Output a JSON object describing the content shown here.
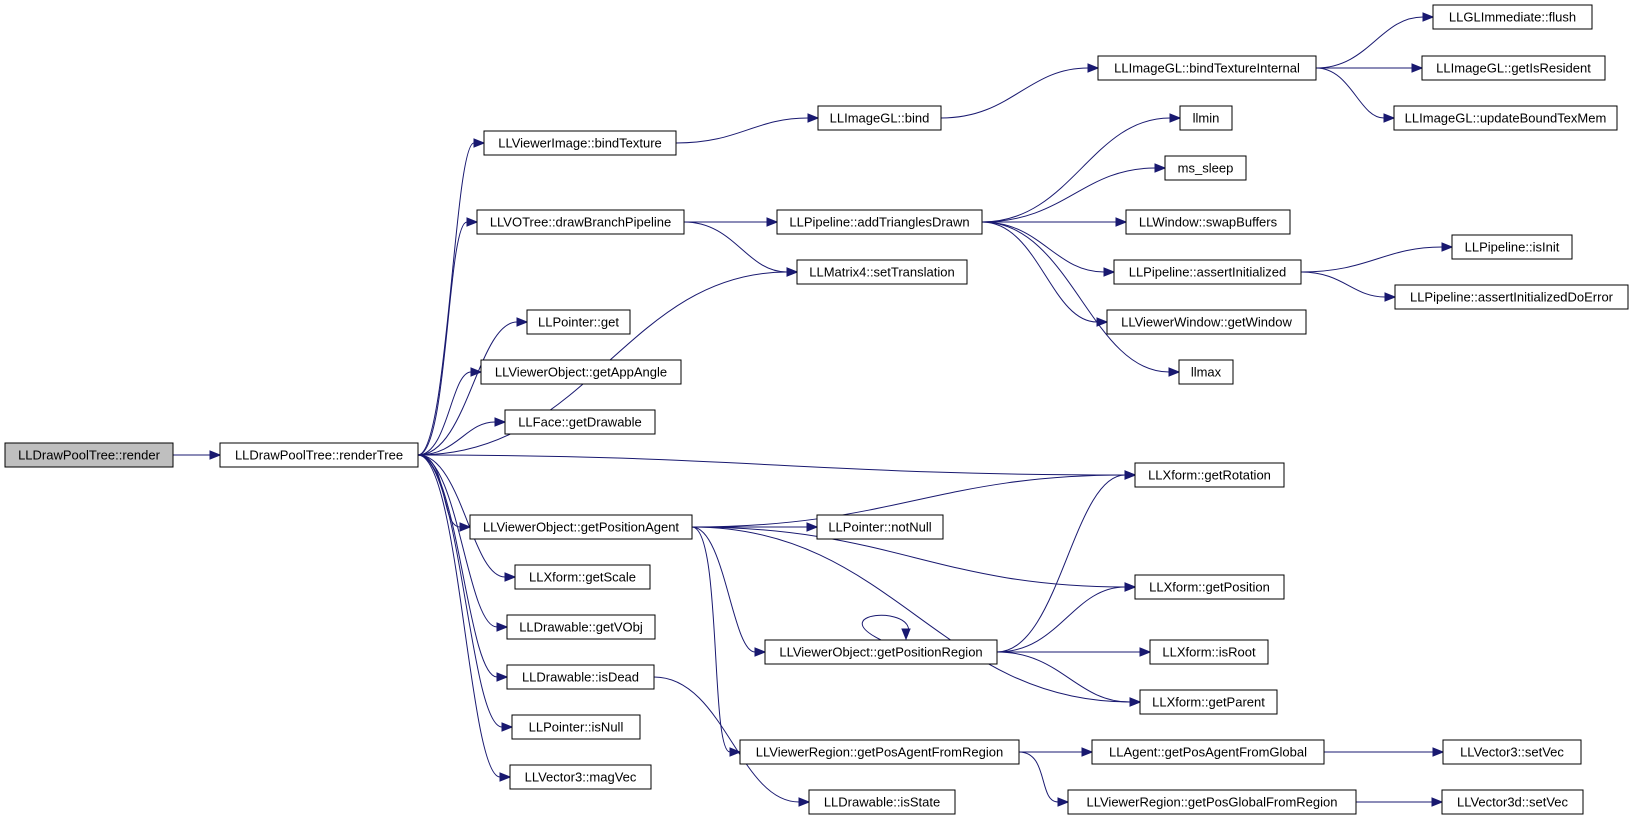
{
  "nodes": [
    {
      "id": "render",
      "label": "LLDrawPoolTree::render",
      "root": true
    },
    {
      "id": "renderTree",
      "label": "LLDrawPoolTree::renderTree"
    },
    {
      "id": "bindTexture",
      "label": "LLViewerImage::bindTexture"
    },
    {
      "id": "drawBranchPipeline",
      "label": "LLVOTree::drawBranchPipeline"
    },
    {
      "id": "pointerGet",
      "label": "LLPointer::get"
    },
    {
      "id": "getAppAngle",
      "label": "LLViewerObject::getAppAngle"
    },
    {
      "id": "getDrawable",
      "label": "LLFace::getDrawable"
    },
    {
      "id": "getPositionAgent",
      "label": "LLViewerObject::getPositionAgent"
    },
    {
      "id": "getScale",
      "label": "LLXform::getScale"
    },
    {
      "id": "getVObj",
      "label": "LLDrawable::getVObj"
    },
    {
      "id": "isDead",
      "label": "LLDrawable::isDead"
    },
    {
      "id": "isNull",
      "label": "LLPointer::isNull"
    },
    {
      "id": "magVec",
      "label": "LLVector3::magVec"
    },
    {
      "id": "imageBind",
      "label": "LLImageGL::bind"
    },
    {
      "id": "bindTextureInternal",
      "label": "LLImageGL::bindTextureInternal"
    },
    {
      "id": "flush",
      "label": "LLGLImmediate::flush"
    },
    {
      "id": "getIsResident",
      "label": "LLImageGL::getIsResident"
    },
    {
      "id": "updateBoundTexMem",
      "label": "LLImageGL::updateBoundTexMem"
    },
    {
      "id": "addTrianglesDrawn",
      "label": "LLPipeline::addTrianglesDrawn"
    },
    {
      "id": "setTranslation",
      "label": "LLMatrix4::setTranslation"
    },
    {
      "id": "llmin",
      "label": "llmin"
    },
    {
      "id": "ms_sleep",
      "label": "ms_sleep"
    },
    {
      "id": "swapBuffers",
      "label": "LLWindow::swapBuffers"
    },
    {
      "id": "assertInitialized",
      "label": "LLPipeline::assertInitialized"
    },
    {
      "id": "isInit",
      "label": "LLPipeline::isInit"
    },
    {
      "id": "assertInitializedDoError",
      "label": "LLPipeline::assertInitializedDoError"
    },
    {
      "id": "getWindow",
      "label": "LLViewerWindow::getWindow"
    },
    {
      "id": "llmax",
      "label": "llmax"
    },
    {
      "id": "getRotation",
      "label": "LLXform::getRotation"
    },
    {
      "id": "notNull",
      "label": "LLPointer::notNull"
    },
    {
      "id": "getPosition",
      "label": "LLXform::getPosition"
    },
    {
      "id": "getPositionRegion",
      "label": "LLViewerObject::getPositionRegion"
    },
    {
      "id": "isRoot",
      "label": "LLXform::isRoot"
    },
    {
      "id": "getParent",
      "label": "LLXform::getParent"
    },
    {
      "id": "getPosAgentFromRegion",
      "label": "LLViewerRegion::getPosAgentFromRegion"
    },
    {
      "id": "getPosAgentFromGlobal",
      "label": "LLAgent::getPosAgentFromGlobal"
    },
    {
      "id": "v3setVec",
      "label": "LLVector3::setVec"
    },
    {
      "id": "isState",
      "label": "LLDrawable::isState"
    },
    {
      "id": "getPosGlobalFromRegion",
      "label": "LLViewerRegion::getPosGlobalFromRegion"
    },
    {
      "id": "v3dsetVec",
      "label": "LLVector3d::setVec"
    }
  ],
  "edges": [
    [
      "render",
      "renderTree"
    ],
    [
      "renderTree",
      "bindTexture"
    ],
    [
      "renderTree",
      "drawBranchPipeline"
    ],
    [
      "renderTree",
      "setTranslation"
    ],
    [
      "renderTree",
      "pointerGet"
    ],
    [
      "renderTree",
      "getAppAngle"
    ],
    [
      "renderTree",
      "getDrawable"
    ],
    [
      "renderTree",
      "getRotation"
    ],
    [
      "renderTree",
      "getPositionAgent"
    ],
    [
      "renderTree",
      "getScale"
    ],
    [
      "renderTree",
      "getVObj"
    ],
    [
      "renderTree",
      "isDead"
    ],
    [
      "renderTree",
      "isNull"
    ],
    [
      "renderTree",
      "magVec"
    ],
    [
      "bindTexture",
      "imageBind"
    ],
    [
      "imageBind",
      "bindTextureInternal"
    ],
    [
      "bindTextureInternal",
      "flush"
    ],
    [
      "bindTextureInternal",
      "getIsResident"
    ],
    [
      "bindTextureInternal",
      "updateBoundTexMem"
    ],
    [
      "drawBranchPipeline",
      "addTrianglesDrawn"
    ],
    [
      "drawBranchPipeline",
      "setTranslation"
    ],
    [
      "addTrianglesDrawn",
      "llmin"
    ],
    [
      "addTrianglesDrawn",
      "ms_sleep"
    ],
    [
      "addTrianglesDrawn",
      "swapBuffers"
    ],
    [
      "addTrianglesDrawn",
      "assertInitialized"
    ],
    [
      "addTrianglesDrawn",
      "getWindow"
    ],
    [
      "addTrianglesDrawn",
      "llmax"
    ],
    [
      "assertInitialized",
      "isInit"
    ],
    [
      "assertInitialized",
      "assertInitializedDoError"
    ],
    [
      "getPositionAgent",
      "getRotation"
    ],
    [
      "getPositionAgent",
      "notNull"
    ],
    [
      "getPositionAgent",
      "getPosition"
    ],
    [
      "getPositionAgent",
      "getPositionRegion"
    ],
    [
      "getPositionAgent",
      "getParent"
    ],
    [
      "getPositionAgent",
      "getPosAgentFromRegion"
    ],
    [
      "getPositionRegion",
      "getPositionRegion"
    ],
    [
      "getPositionRegion",
      "getRotation"
    ],
    [
      "getPositionRegion",
      "getPosition"
    ],
    [
      "getPositionRegion",
      "isRoot"
    ],
    [
      "getPositionRegion",
      "getParent"
    ],
    [
      "isDead",
      "isState"
    ],
    [
      "getPosAgentFromRegion",
      "getPosAgentFromGlobal"
    ],
    [
      "getPosAgentFromRegion",
      "getPosGlobalFromRegion"
    ],
    [
      "getPosAgentFromGlobal",
      "v3setVec"
    ],
    [
      "getPosGlobalFromRegion",
      "v3dsetVec"
    ]
  ],
  "colors": {
    "edge": "#191970",
    "root_fill": "#bfbfbf",
    "node_fill": "#ffffff",
    "node_stroke": "#000000"
  }
}
